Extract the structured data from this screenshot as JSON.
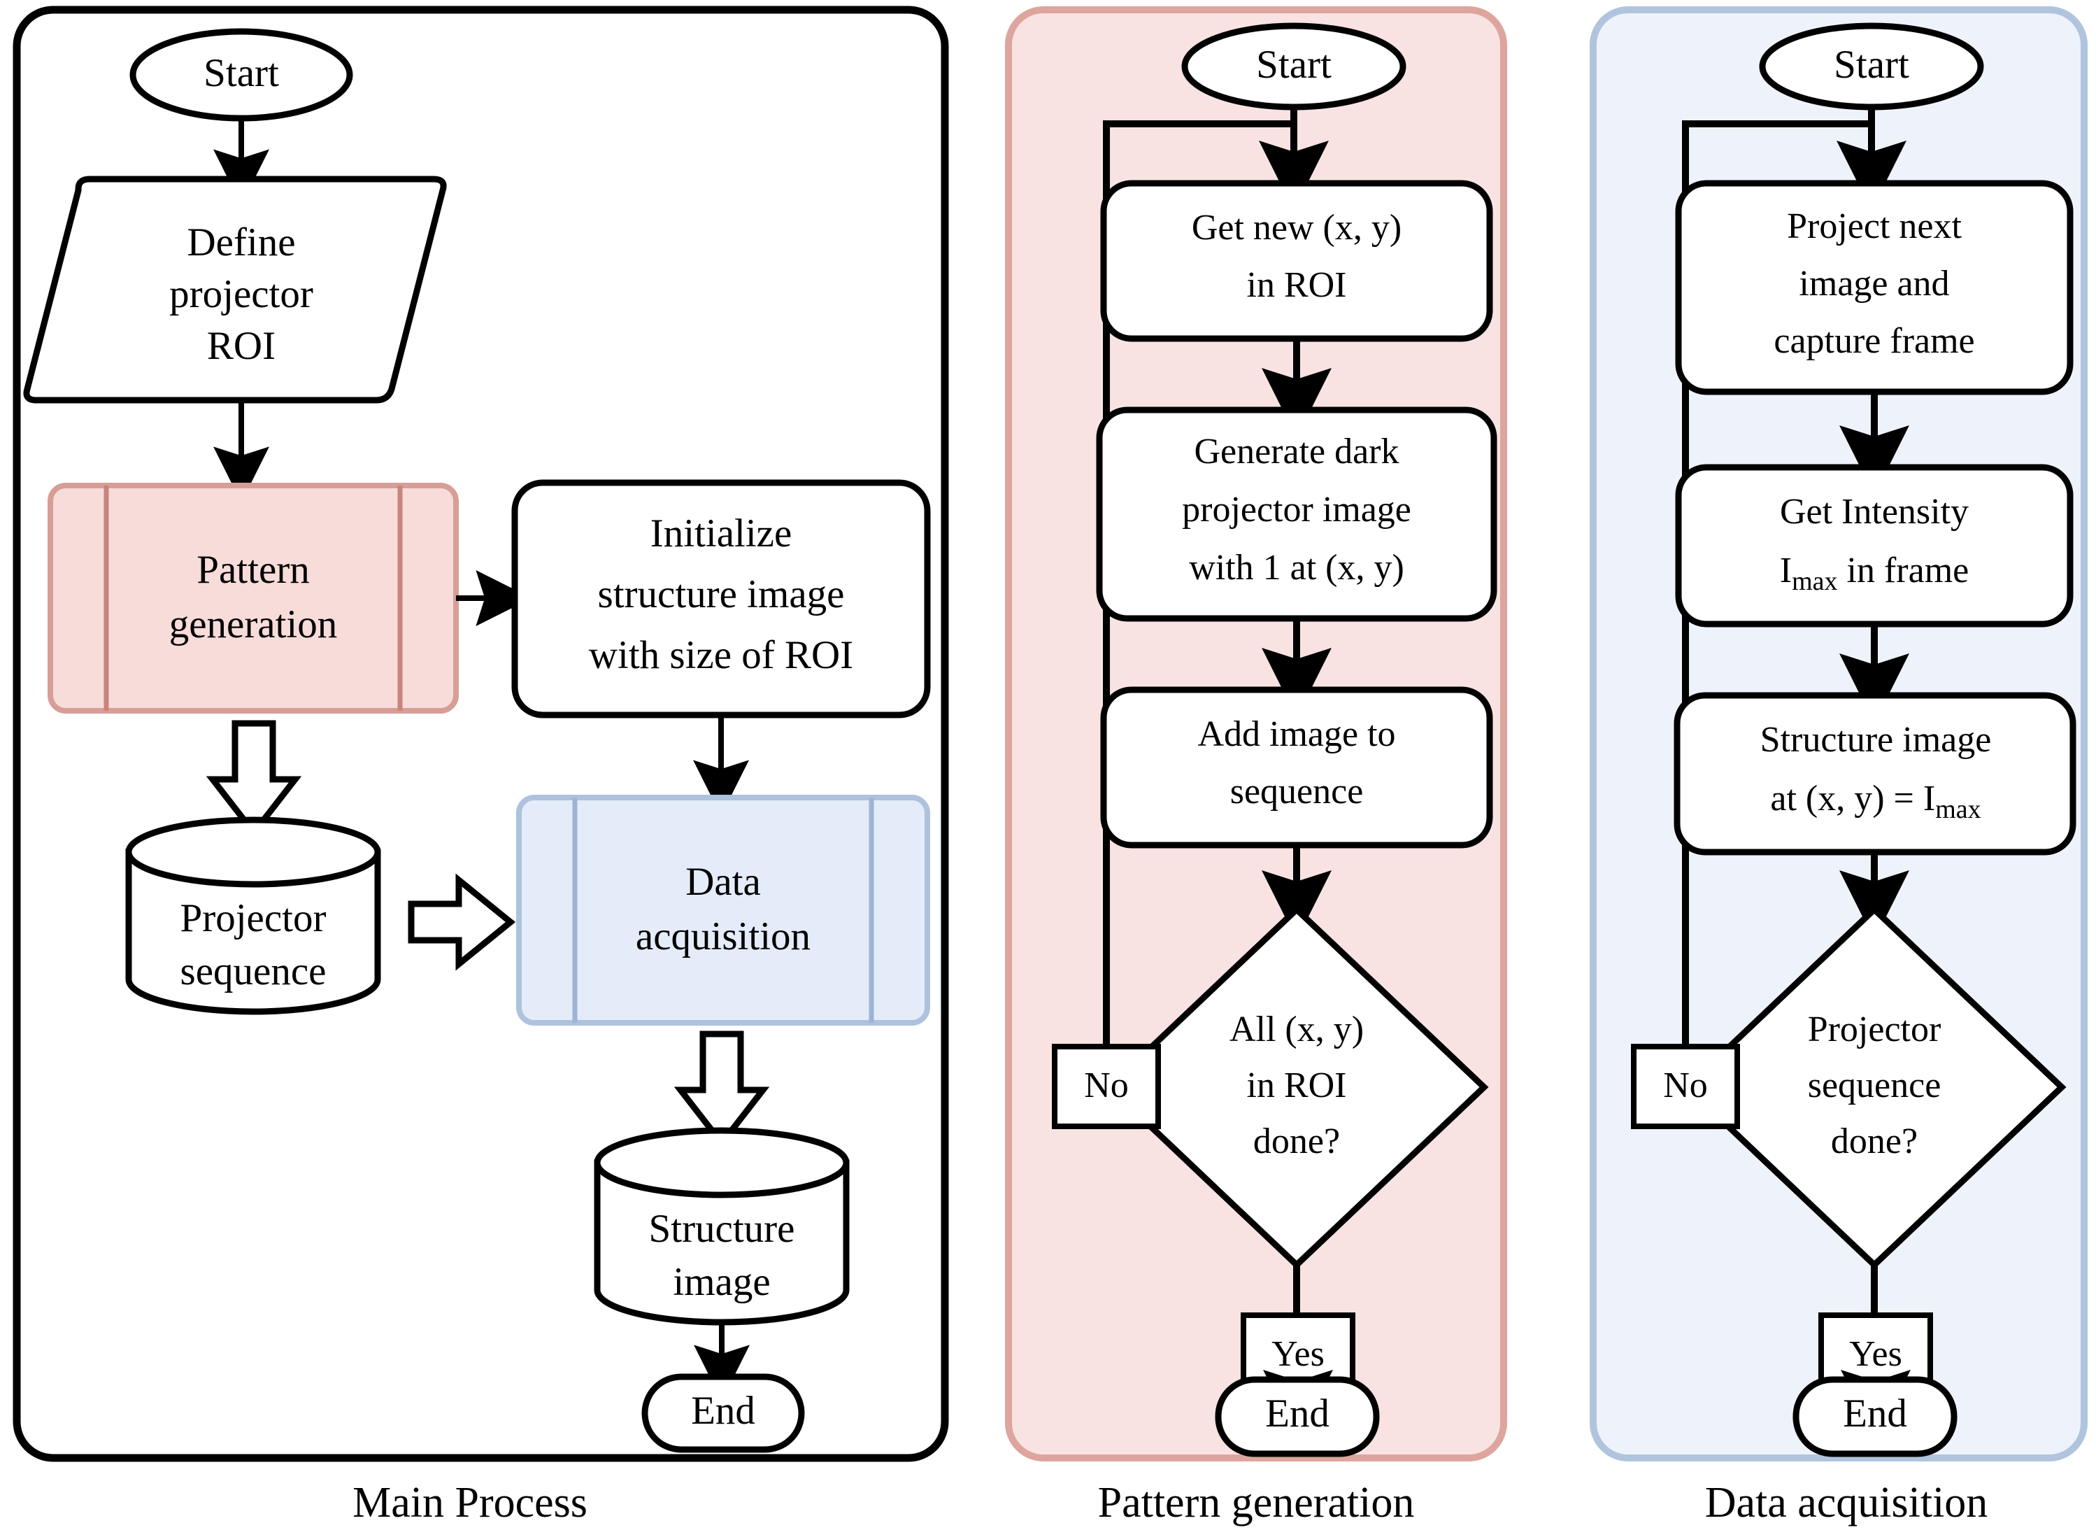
{
  "figure": {
    "type": "flowchart",
    "panel_count": 3,
    "colors": {
      "pattern_panel_fill": "#f9e3e2",
      "pattern_panel_border": "#dda59d",
      "data_panel_fill": "#eef3fb",
      "data_panel_border": "#b1c4de",
      "main_panel_fill": "#ffffff",
      "main_panel_border": "#000000",
      "node_fill": "#ffffff",
      "node_stroke": "#000000"
    }
  },
  "panels": [
    {
      "id": "main-process",
      "caption": "Main Process",
      "nodes": [
        {
          "id": "start",
          "shape": "terminator",
          "label": "Start"
        },
        {
          "id": "define-roi",
          "shape": "parallelogram",
          "lines": [
            "Define",
            "projector",
            "ROI"
          ]
        },
        {
          "id": "pattern-generation",
          "shape": "subroutine",
          "accent": "pink",
          "lines": [
            "Pattern",
            "generation"
          ]
        },
        {
          "id": "initialize-structure",
          "shape": "process",
          "lines": [
            "Initialize",
            "structure image",
            "with size of ROI"
          ]
        },
        {
          "id": "projector-sequence",
          "shape": "database",
          "lines": [
            "Projector",
            "sequence"
          ]
        },
        {
          "id": "data-acquisition",
          "shape": "subroutine",
          "accent": "blue",
          "lines": [
            "Data",
            "acquisition"
          ]
        },
        {
          "id": "structure-image",
          "shape": "database",
          "lines": [
            "Structure",
            "image"
          ]
        },
        {
          "id": "end",
          "shape": "terminator",
          "label": "End"
        }
      ]
    },
    {
      "id": "pattern-generation",
      "caption": "Pattern generation",
      "accent": "pink",
      "nodes": [
        {
          "id": "start",
          "shape": "terminator",
          "label": "Start"
        },
        {
          "id": "get-new-xy",
          "shape": "process",
          "lines": [
            "Get new (x, y)",
            "in ROI"
          ]
        },
        {
          "id": "generate-dark-image",
          "shape": "process",
          "lines": [
            "Generate dark",
            "projector image",
            "with 1 at (x, y)"
          ]
        },
        {
          "id": "add-image-to-sequence",
          "shape": "process",
          "lines": [
            "Add image to",
            "sequence"
          ]
        },
        {
          "id": "all-xy-done",
          "shape": "decision",
          "lines": [
            "All (x, y)",
            "in ROI",
            "done?"
          ]
        },
        {
          "id": "end",
          "shape": "terminator",
          "label": "End"
        }
      ],
      "branch_labels": {
        "no": "No",
        "yes": "Yes"
      }
    },
    {
      "id": "data-acquisition",
      "caption": "Data acquisition",
      "accent": "blue",
      "nodes": [
        {
          "id": "start",
          "shape": "terminator",
          "label": "Start"
        },
        {
          "id": "project-capture",
          "shape": "process",
          "lines": [
            "Project next",
            "image and",
            "capture frame"
          ]
        },
        {
          "id": "get-intensity",
          "shape": "process",
          "lines": [
            "Get Intensity",
            "I_max in frame"
          ],
          "line2_parts": [
            "I",
            "max",
            " in frame"
          ]
        },
        {
          "id": "set-structure-value",
          "shape": "process",
          "lines": [
            "Structure image",
            "at (x, y) = I_max"
          ],
          "line2_parts": [
            "at (x, y) = I",
            "max"
          ]
        },
        {
          "id": "sequence-done",
          "shape": "decision",
          "lines": [
            "Projector",
            "sequence",
            "done?"
          ]
        },
        {
          "id": "end",
          "shape": "terminator",
          "label": "End"
        }
      ],
      "branch_labels": {
        "no": "No",
        "yes": "Yes"
      }
    }
  ],
  "labels": {
    "start": "Start",
    "end": "End",
    "yes": "Yes",
    "no": "No",
    "define_l1": "Define",
    "define_l2": "projector",
    "define_l3": "ROI",
    "pattern_l1": "Pattern",
    "pattern_l2": "generation",
    "init_l1": "Initialize",
    "init_l2": "structure image",
    "init_l3": "with size of ROI",
    "projseq_l1": "Projector",
    "projseq_l2": "sequence",
    "dataacq_l1": "Data",
    "dataacq_l2": "acquisition",
    "structimg_l1": "Structure",
    "structimg_l2": "image",
    "getnew_l1": "Get new (x, y)",
    "getnew_l2": "in ROI",
    "gendark_l1": "Generate dark",
    "gendark_l2": "projector image",
    "gendark_l3": "with 1 at (x, y)",
    "addimg_l1": "Add image to",
    "addimg_l2": "sequence",
    "allxy_l1": "All (x, y)",
    "allxy_l2": "in ROI",
    "allxy_l3": "done?",
    "projnext_l1": "Project next",
    "projnext_l2": "image and",
    "projnext_l3": "capture frame",
    "getint_l1": "Get Intensity",
    "getint_l2a": "I",
    "getint_l2b": "max",
    "getint_l2c": " in frame",
    "setstruct_l1": "Structure image",
    "setstruct_l2a": "at (x, y) = I",
    "setstruct_l2b": "max",
    "seqdone_l1": "Projector",
    "seqdone_l2": "sequence",
    "seqdone_l3": "done?",
    "caption_main": "Main Process",
    "caption_pattern": "Pattern generation",
    "caption_data": "Data acquisition"
  }
}
